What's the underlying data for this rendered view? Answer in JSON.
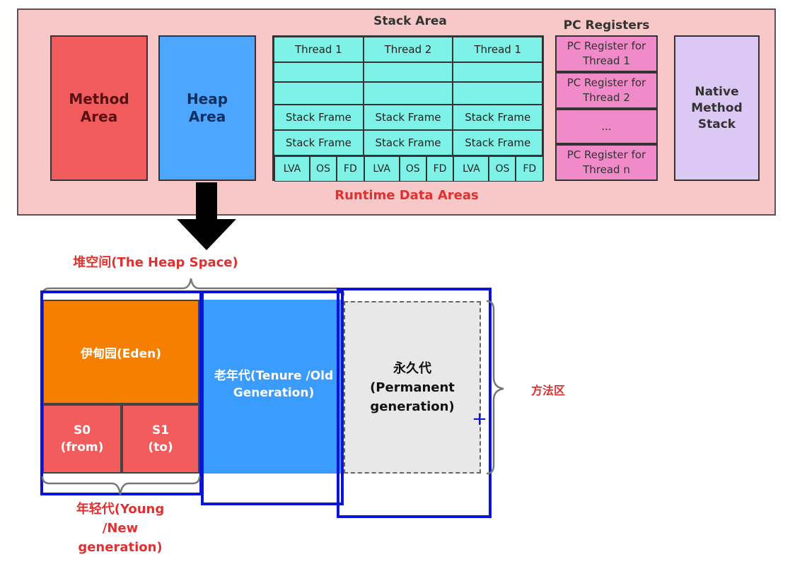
{
  "runtime": {
    "method_area": "Method\nArea",
    "heap_area": "Heap\nArea",
    "stack_area_title": "Stack Area",
    "stack_threads": [
      "Thread 1",
      "Thread 2",
      "Thread 1"
    ],
    "stack_frame_label": "Stack Frame",
    "frame_parts": [
      "LVA",
      "OS",
      "FD"
    ],
    "pc_registers_title": "PC Registers",
    "pc_registers": [
      "PC Register for\nThread 1",
      "PC Register for\nThread 2",
      "...",
      "PC Register for\nThread n"
    ],
    "native_method_stack": "Native\nMethod\nStack",
    "runtime_label": "Runtime Data Areas"
  },
  "heap_space": {
    "label": "堆空间(The Heap Space)",
    "eden": "伊甸园(Eden)",
    "s0": "S0\n(from)",
    "s1": "S1\n(to)",
    "tenure": "老年代(Tenure /Old\nGeneration)",
    "permanent": "永久代\n(Permanent\ngeneration)",
    "method_zone_label": "方法区",
    "young_label": "年轻代(Young\n/New\ngeneration)"
  },
  "colors": {
    "runtime_bg": "#f8c8c8",
    "method_area": "#f25c5c",
    "heap_area": "#4da6ff",
    "stack": "#7ff2e8",
    "pc": "#f08ac8",
    "native": "#dcc8f5",
    "eden": "#f77f00",
    "survivor": "#f25c5c",
    "tenure": "#3b9cff",
    "permanent": "#e8e8e8",
    "highlight": "#0a14d6",
    "label_red": "#e03030"
  }
}
